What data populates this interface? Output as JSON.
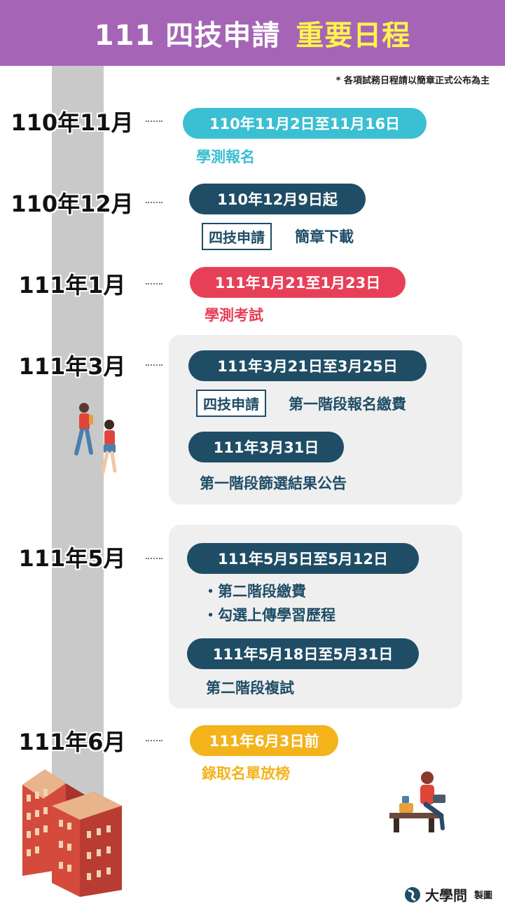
{
  "header": {
    "title_main": "111 四技申請",
    "title_accent": "重要日程"
  },
  "note": "* 各項試務日程請以簡章正式公布為主",
  "timeline": [
    {
      "month": "110年11月",
      "pill": "110年11月2日至11月16日",
      "desc": "學測報名"
    },
    {
      "month": "110年12月",
      "pill": "110年12月9日起",
      "tag": "四技申請",
      "desc": "簡章下載"
    },
    {
      "month": "111年1月",
      "pill": "111年1月21至1月23日",
      "desc": "學測考試"
    },
    {
      "month": "111年3月",
      "pill": "111年3月21日至3月25日",
      "tag": "四技申請",
      "desc": "第一階段報名繳費",
      "pill2": "111年3月31日",
      "desc2": "第一階段篩選結果公告"
    },
    {
      "month": "111年5月",
      "pill": "111年5月5日至5月12日",
      "bullets": [
        "・第二階段繳費",
        "・勾選上傳學習歷程"
      ],
      "pill2": "111年5月18日至5月31日",
      "desc2": "第二階段複試"
    },
    {
      "month": "111年6月",
      "pill": "111年6月3日前",
      "desc": "錄取名單放榜"
    }
  ],
  "logo": {
    "name": "大學問",
    "made": "製圖"
  },
  "colors": {
    "header": "#a664b6",
    "accent": "#fff34c",
    "teal": "#3bbfd2",
    "navy": "#1f4d66",
    "red": "#e83f58",
    "gold": "#f4b31b",
    "road": "#c9c9c9"
  },
  "icons": [
    "students-walking-illustration",
    "school-building-illustration",
    "student-reading-on-bench-illustration",
    "logo-icon"
  ]
}
